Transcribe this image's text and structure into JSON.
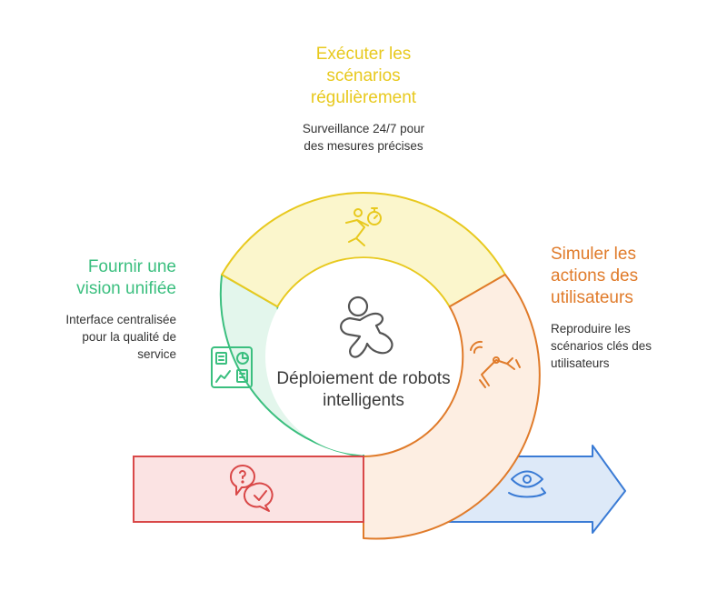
{
  "center": {
    "title": "Déploiement de robots intelligents",
    "icon": "person-icon"
  },
  "steps": [
    {
      "id": "execute",
      "title": "Exécuter les scénarios régulièrement",
      "description": "Surveillance 24/7 pour des mesures précises",
      "color": "#e8c91e",
      "fill": "#fbf6cc",
      "icon": "runner-stopwatch-icon"
    },
    {
      "id": "simulate",
      "title": "Simuler les actions des utilisateurs",
      "description": "Reproduire les scénarios clés des utilisateurs",
      "color": "#e07b2a",
      "fill": "#fdeee2",
      "icon": "robotic-arm-icon"
    },
    {
      "id": "unify",
      "title": "Fournir une vision unifiée",
      "description": "Interface centralisée pour la qualité de service",
      "color": "#3bbf7f",
      "fill": "#e3f6ec",
      "icon": "dashboard-icon"
    },
    {
      "id": "feedback",
      "title": "",
      "description": "",
      "color": "#d94848",
      "fill": "#fbe3e3",
      "icon": "chat-check-icon"
    },
    {
      "id": "observe",
      "title": "",
      "description": "",
      "color": "#3a7bd5",
      "fill": "#dde9f8",
      "icon": "eye-rotate-icon"
    }
  ]
}
